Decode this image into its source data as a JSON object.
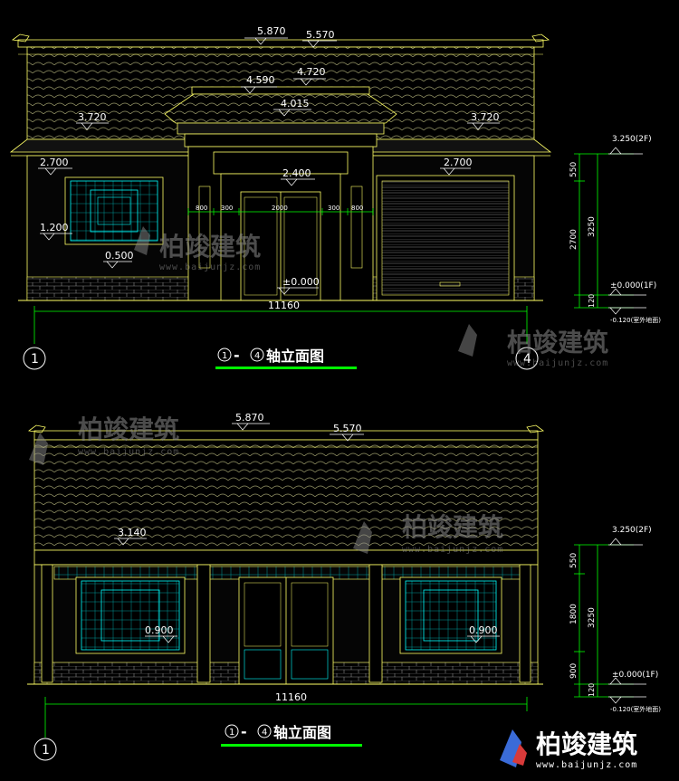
{
  "upper_elevation": {
    "title_prefix": "1",
    "title_dash": "-",
    "title_suffix": "4",
    "title_text": "轴立面图",
    "levels": {
      "ridge": "5.870",
      "eave_top": "5.570",
      "gate_ridge_left": "4.590",
      "gate_ridge_right": "4.720",
      "gate_eave": "4.015",
      "eave_left": "3.720",
      "eave_right": "3.720",
      "window_head_left": "2.700",
      "garage_head": "2.700",
      "door_head": "2.400",
      "window_sill": "1.200",
      "plinth": "0.500",
      "floor": "±0.000"
    },
    "door_dims": [
      "800",
      "300",
      "2000",
      "300",
      "800"
    ],
    "total_width": "11160",
    "axis_left": "1",
    "axis_right": "4",
    "side_dims": {
      "top_level": "3.250(2F)",
      "floor_level": "±0.000(1F)",
      "ground_level": "-0.120(室外地面)",
      "seg1": "550",
      "seg2": "2700",
      "total": "3250",
      "seg3": "120"
    }
  },
  "lower_elevation": {
    "title_prefix": "1",
    "title_dash": "-",
    "title_suffix": "4",
    "title_text": "轴立面图",
    "levels": {
      "ridge": "5.870",
      "eave_top": "5.570",
      "eave": "3.140",
      "sill_left": "0.900",
      "sill_right": "0.900"
    },
    "total_width": "11160",
    "axis_left": "1",
    "side_dims": {
      "top_level": "3.250(2F)",
      "floor_level": "±0.000(1F)",
      "ground_level": "-0.120(室外地面)",
      "seg1": "550",
      "seg2": "1800",
      "total": "3250",
      "seg3": "900",
      "seg4": "120"
    }
  },
  "watermark": {
    "brand": "柏竣建筑",
    "url": "www.baijunjz.com"
  },
  "colors": {
    "line": "#ffff66",
    "dim": "#00ff00",
    "text": "#ffffff",
    "window": "#00ffff",
    "roof": "#c8c864",
    "background": "#000000"
  }
}
